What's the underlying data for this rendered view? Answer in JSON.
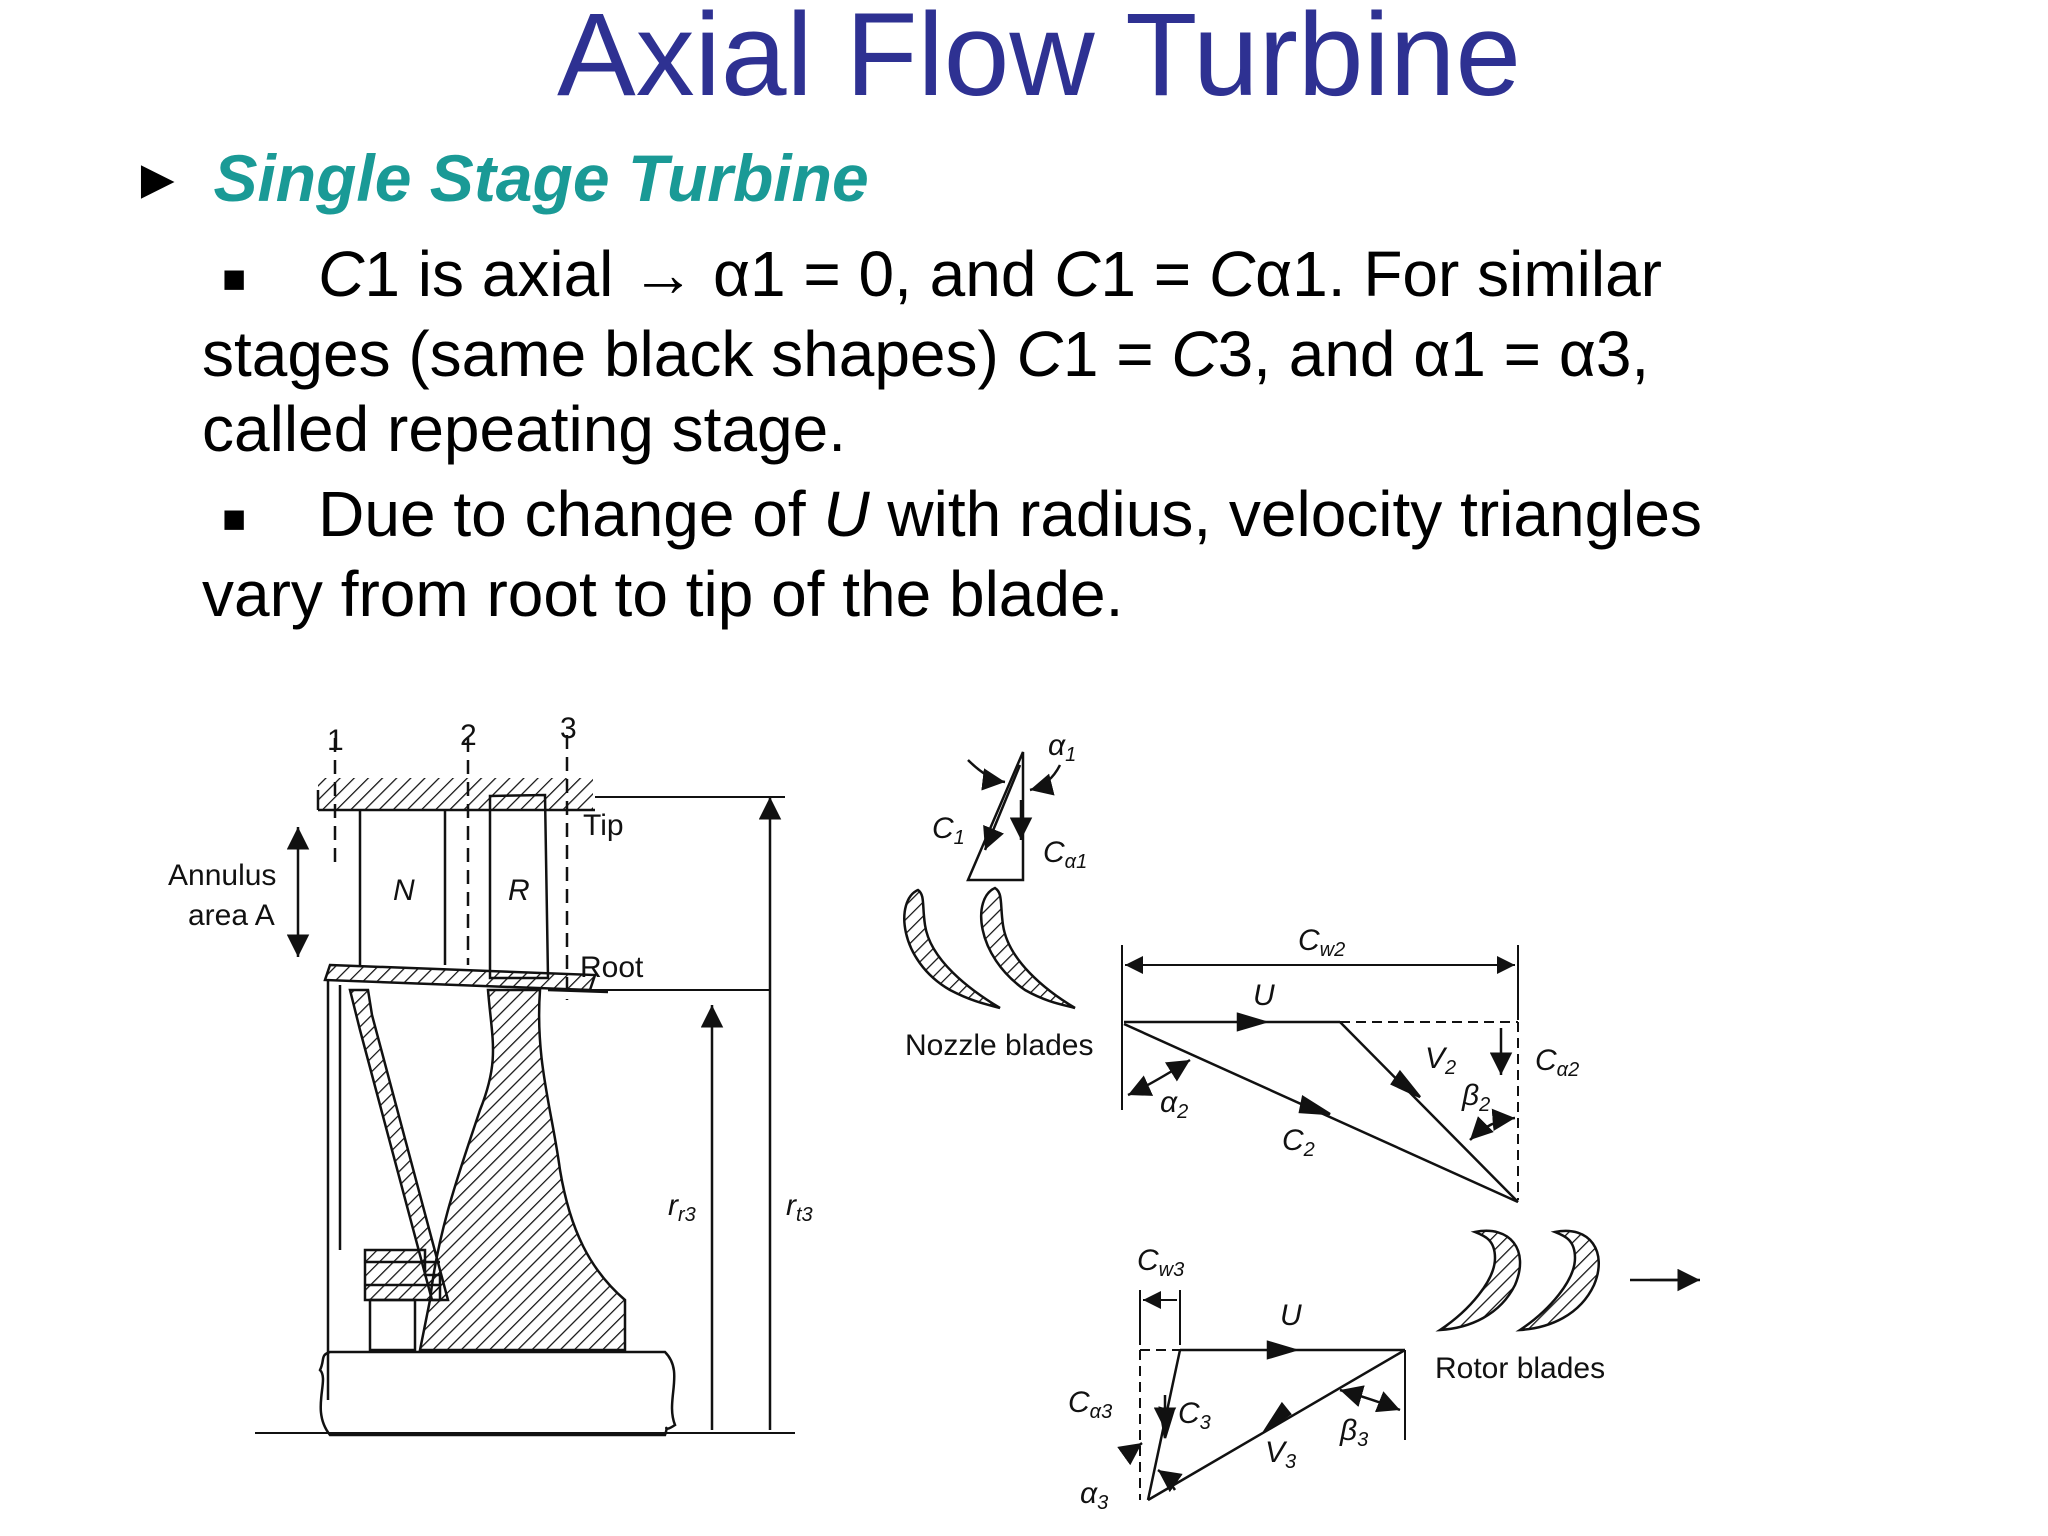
{
  "title": "Axial Flow Turbine",
  "heading": {
    "bullet": "►",
    "text": "Single Stage Turbine"
  },
  "bullets": [
    {
      "marker": "■",
      "s1_var1": "C",
      "s1_a": "1 is axial → α1 = 0, and ",
      "s1_var2": "C",
      "s1_b": "1 = ",
      "s1_var3": "C",
      "s1_c": "α1.  For similar stages (same black shapes) ",
      "s1_var4": "C",
      "s1_d": "1 = ",
      "s1_var5": "C",
      "s1_e": "3, and α1 = α3, called repeating stage."
    },
    {
      "marker": "■",
      "s2_a": "Due to change of ",
      "s2_var": "U",
      "s2_b": " with radius, velocity triangles vary from root to tip of the blade."
    }
  ],
  "figure": {
    "stage_diagram": {
      "station_1": "1",
      "station_2": "2",
      "station_3": "3",
      "tip": "Tip",
      "root": "Root",
      "annulus_line1": "Annulus",
      "annulus_line2": "area A",
      "nozzle_letter": "N",
      "rotor_letter": "R",
      "r_root": "r",
      "r_root_sub": "r3",
      "r_tip": "r",
      "r_tip_sub": "t3"
    },
    "inlet_triangle": {
      "alpha": "α",
      "alpha_sub": "1",
      "c": "C",
      "c_sub": "1",
      "ca": "C",
      "ca_sub": "α1"
    },
    "nozzle_label": "Nozzle blades",
    "rotor_label": "Rotor blades",
    "triangle_2": {
      "cw": "C",
      "cw_sub": "w2",
      "u": "U",
      "v": "V",
      "v_sub": "2",
      "beta": "β",
      "beta_sub": "2",
      "ca": "C",
      "ca_sub": "α2",
      "alpha": "α",
      "alpha_sub": "2",
      "c": "C",
      "c_sub": "2"
    },
    "triangle_3": {
      "cw": "C",
      "cw_sub": "w3",
      "u": "U",
      "ca": "C",
      "ca_sub": "α3",
      "c": "C",
      "c_sub": "3",
      "beta": "β",
      "beta_sub": "3",
      "v": "V",
      "v_sub": "3",
      "alpha": "α",
      "alpha_sub": "3"
    }
  }
}
